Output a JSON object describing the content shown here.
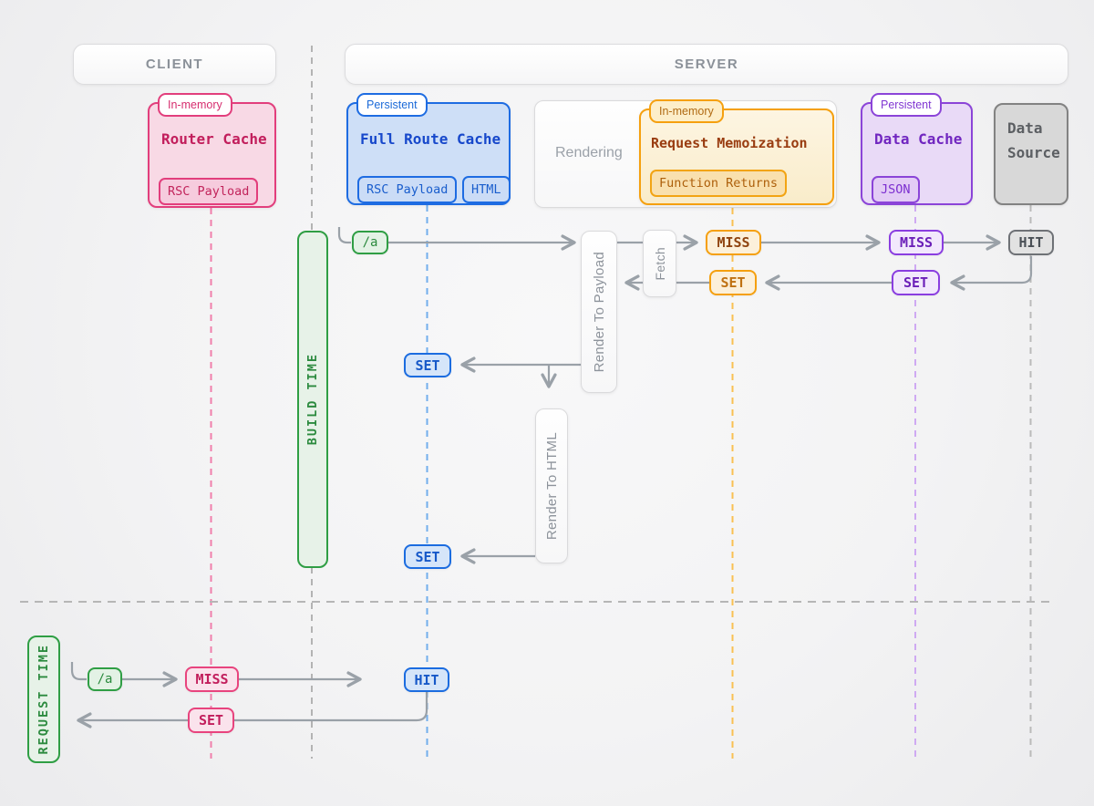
{
  "header": {
    "client_label": "CLIENT",
    "server_label": "SERVER"
  },
  "columns": {
    "router_cache": {
      "tag": "In-memory",
      "title": "Router Cache",
      "chips": [
        "RSC Payload"
      ]
    },
    "full_route_cache": {
      "tag": "Persistent",
      "title": "Full Route Cache",
      "chips": [
        "RSC Payload",
        "HTML"
      ]
    },
    "rendering": {
      "label": "Rendering"
    },
    "request_memoization": {
      "tag": "In-memory",
      "title": "Request Memoization",
      "chips": [
        "Function Returns"
      ]
    },
    "data_cache": {
      "tag": "Persistent",
      "title": "Data Cache",
      "chips": [
        "JSON"
      ]
    },
    "data_source": {
      "title": "Data Source"
    }
  },
  "timeline": {
    "build_label": "BUILD TIME",
    "request_label": "REQUEST TIME"
  },
  "build_flow": {
    "route_chip": "/a",
    "render_to_payload": "Render To Payload",
    "fetch_label": "Fetch",
    "memo_miss": "MISS",
    "memo_set": "SET",
    "data_cache_miss": "MISS",
    "data_cache_set": "SET",
    "data_source_hit": "HIT",
    "full_route_set_payload": "SET",
    "render_to_html": "Render To HTML",
    "full_route_set_html": "SET"
  },
  "request_flow": {
    "route_chip": "/a",
    "router_miss": "MISS",
    "router_set": "SET",
    "full_route_hit": "HIT"
  },
  "colors": {
    "pink": "#e23e7c",
    "blue": "#1e6ce2",
    "orange": "#f5a00f",
    "purple": "#8b44d8",
    "green": "#2f9e44",
    "gray_arrow": "#9aa1a8",
    "lane_pink": "#f07fab",
    "lane_gray": "#b3b3b3",
    "lane_blue": "#72aeec",
    "lane_orange": "#f9c052",
    "lane_purple": "#cfaaf2"
  }
}
